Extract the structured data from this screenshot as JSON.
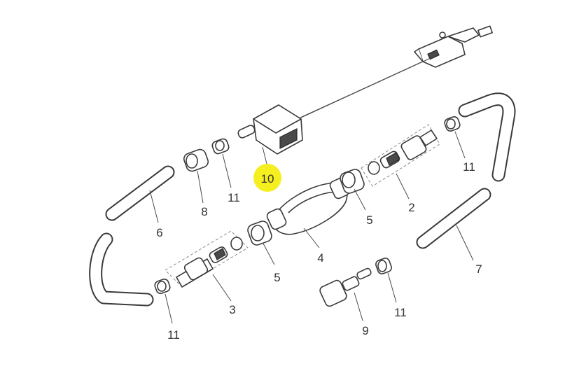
{
  "diagram": {
    "highlight_color": "#f5ef1f",
    "callouts": [
      {
        "id": "c10",
        "label": "10",
        "highlighted": true
      },
      {
        "id": "c11a",
        "label": "11"
      },
      {
        "id": "c11b",
        "label": "11"
      },
      {
        "id": "c11c",
        "label": "11"
      },
      {
        "id": "c11d",
        "label": "11"
      },
      {
        "id": "c8",
        "label": "8"
      },
      {
        "id": "c6",
        "label": "6"
      },
      {
        "id": "c2",
        "label": "2"
      },
      {
        "id": "c5a",
        "label": "5"
      },
      {
        "id": "c5b",
        "label": "5"
      },
      {
        "id": "c4",
        "label": "4"
      },
      {
        "id": "c3",
        "label": "3"
      },
      {
        "id": "c7",
        "label": "7"
      },
      {
        "id": "c9",
        "label": "9"
      }
    ]
  }
}
